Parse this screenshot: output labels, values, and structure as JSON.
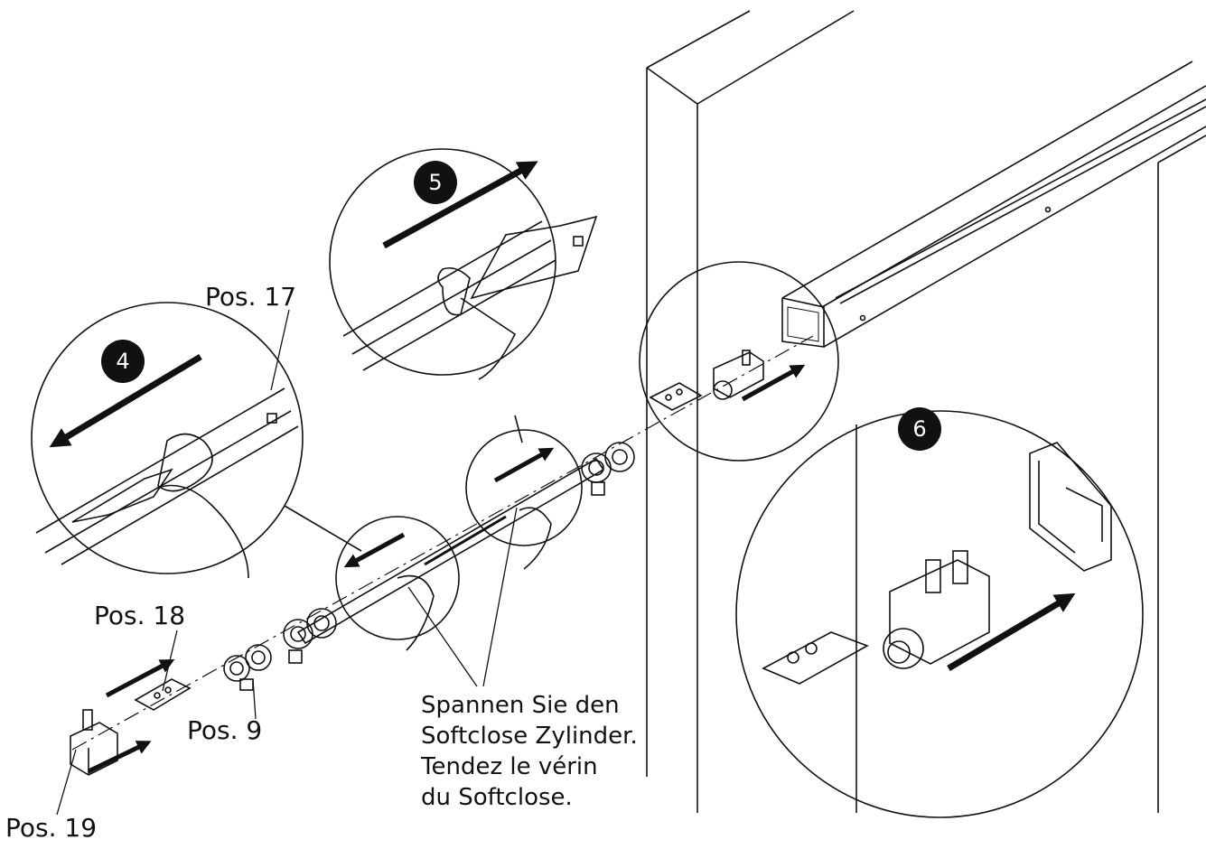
{
  "labels": {
    "pos17": "Pos. 17",
    "pos18": "Pos. 18",
    "pos9": "Pos. 9",
    "pos19": "Pos. 19"
  },
  "steps": {
    "step4": "4",
    "step5": "5",
    "step6": "6"
  },
  "instruction": {
    "line1": "Spannen Sie den",
    "line2": "Softclose Zylinder.",
    "line3": "Tendez le vérin",
    "line4": "du Softclose."
  },
  "colors": {
    "line": "#111111",
    "background": "#ffffff",
    "badge": "#111111"
  }
}
